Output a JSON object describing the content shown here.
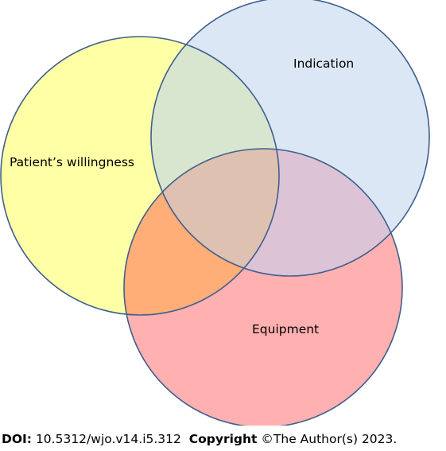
{
  "diagram": {
    "sets": [
      {
        "key": "willingness",
        "label": "Patient’s willingness",
        "fill": "#ffffa6",
        "stroke": "#3f5f8f"
      },
      {
        "key": "indication",
        "label": "Indication",
        "fill": "#dbe7f5",
        "stroke": "#3f5f8f"
      },
      {
        "key": "equipment",
        "label": "Equipment",
        "fill": "#ffb0b0",
        "stroke": "#3f5f8f"
      }
    ],
    "regions": {
      "willingness_indication": "#d8e6cf",
      "willingness_equipment": "#ffae78",
      "indication_equipment": "#dcc3d6",
      "all_three": "#dfc1b1"
    }
  },
  "footer": {
    "doi_label": "DOI:",
    "doi_value": " 10.5312/wjo.v14.i5.312",
    "copyright_label": "Copyright",
    "copyright_value": " ©The Author(s) 2023."
  }
}
